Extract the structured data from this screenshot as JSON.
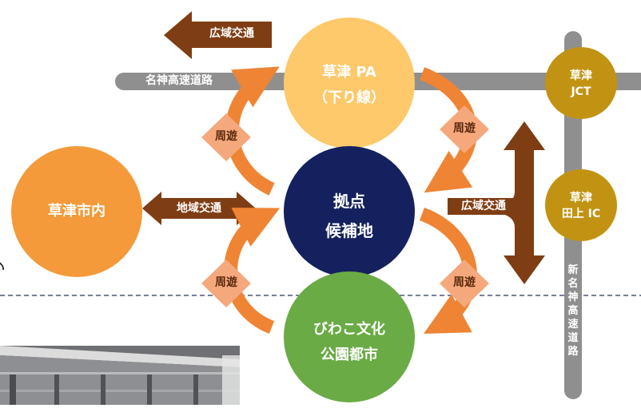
{
  "diagram": {
    "nodes": {
      "kusatsu_pa": {
        "line1": "草津 PA",
        "line2": "（下り線）",
        "color": "#fdc96b"
      },
      "hub": {
        "line1": "拠点",
        "line2": "候補地",
        "color": "#14215e"
      },
      "biwako": {
        "line1": "びわこ文化",
        "line2": "公園都市",
        "color": "#6aab45"
      },
      "kusatsu_city": {
        "label": "草津市内",
        "color": "#f49a3a"
      },
      "kusatsu_jct": {
        "line1": "草津",
        "line2": "JCT",
        "color": "#c29313"
      },
      "kusatsu_tagami_ic": {
        "line1": "草津",
        "line2": "田上 IC",
        "color": "#c29313"
      }
    },
    "roads": {
      "meishin": "名神高速道路",
      "shin_meishin": "新名神高速道路",
      "color": "#8f8f8f"
    },
    "labels": {
      "wide_area_top": "広域交通",
      "wide_area_right": "広域交通",
      "regional": "地域交通",
      "circulation_upper_left": "周遊",
      "circulation_upper_right": "周遊",
      "circulation_lower_left": "周遊",
      "circulation_lower_right": "周遊"
    },
    "colors": {
      "brown_arrow": "#7f3d13",
      "orange_arrow": "#ef8434",
      "diamond": "#f6a87d",
      "dashed_line": "#26335f"
    }
  }
}
